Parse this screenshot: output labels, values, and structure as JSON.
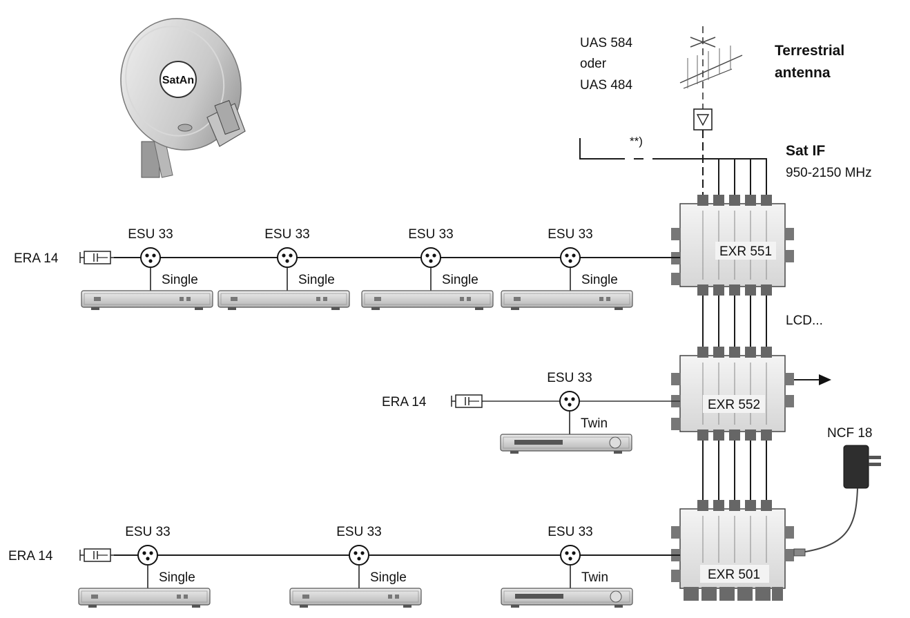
{
  "satellite": {
    "brand": "SatAn",
    "lnb_label_1": "UAS 584",
    "lnb_label_2": "oder",
    "lnb_label_3": "UAS 484",
    "cable_note": "**)"
  },
  "terrestrial": {
    "line1": "Terrestrial",
    "line2": "antenna"
  },
  "sat_if": {
    "title": "Sat IF",
    "range": "950-2150 MHz"
  },
  "multiswitches": [
    {
      "name": "EXR 551"
    },
    {
      "name": "EXR 552"
    },
    {
      "name": "EXR 501"
    }
  ],
  "lcd_note": "LCD...",
  "power_supply": {
    "name": "NCF 18"
  },
  "rows": [
    {
      "terminator": "ERA 14",
      "sockets": [
        {
          "name": "ESU 33",
          "receiver": "Single"
        },
        {
          "name": "ESU 33",
          "receiver": "Single"
        },
        {
          "name": "ESU 33",
          "receiver": "Single"
        },
        {
          "name": "ESU 33",
          "receiver": "Single"
        }
      ]
    },
    {
      "terminator": "ERA 14",
      "sockets": [
        {
          "name": "ESU 33",
          "receiver": "Twin"
        }
      ]
    },
    {
      "terminator": "ERA 14",
      "sockets": [
        {
          "name": "ESU 33",
          "receiver": "Single"
        },
        {
          "name": "ESU 33",
          "receiver": "Single"
        },
        {
          "name": "ESU 33",
          "receiver": "Twin"
        }
      ]
    }
  ]
}
